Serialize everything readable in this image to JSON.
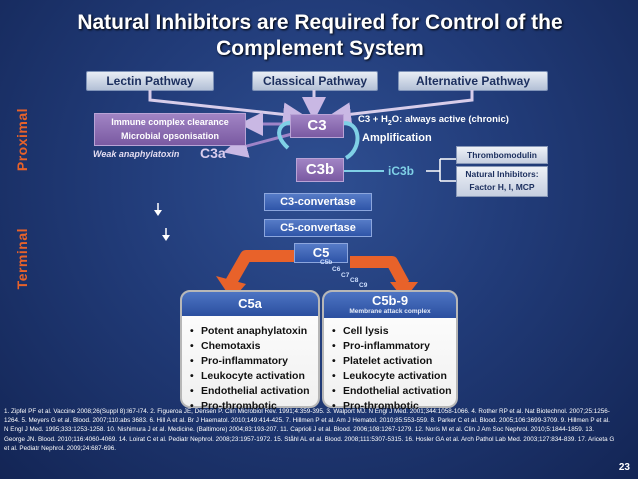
{
  "title": "Natural Inhibitors are Required for Control of the Complement System",
  "pathways": [
    {
      "label": "Lectin Pathway"
    },
    {
      "label": "Classical Pathway"
    },
    {
      "label": "Alternative Pathway"
    }
  ],
  "stages": {
    "proximal": "Proximal",
    "terminal": "Terminal"
  },
  "left_box": {
    "line1": "Immune complex clearance",
    "line2": "Microbial opsonisation"
  },
  "weak_anaphylatoxin": "Weak anaphylatoxin",
  "c3a": "C3a",
  "c3": "C3",
  "c3b": "C3b",
  "c3_h2o": {
    "prefix": "C3 + H",
    "sub": "2",
    "suffix": "O: always active (chronic)"
  },
  "amplification": "Amplification",
  "ic3b": "iC3b",
  "thrombomodulin": "Thrombomodulin",
  "natural_inhibitors": {
    "line1": "Natural Inhibitors:",
    "line2": "Factor H, I, MCP"
  },
  "c3_convertase": "C3-convertase",
  "c5_convertase": "C5-convertase",
  "c5": "C5",
  "mac_components": [
    "C5b",
    "C6",
    "C7",
    "C8",
    "C9"
  ],
  "c5a_panel": {
    "title": "C5a",
    "items": [
      "Potent anaphylatoxin",
      "Chemotaxis",
      "Pro-inflammatory",
      "Leukocyte activation",
      "Endothelial activation",
      "Pro-thrombotic"
    ]
  },
  "c5b9_panel": {
    "title": "C5b-9",
    "subtitle": "Membrane attack complex",
    "items": [
      "Cell lysis",
      "Pro-inflammatory",
      "Platelet activation",
      "Leukocyte activation",
      "Endothelial activation",
      "Pro-thrombotic"
    ]
  },
  "references": "1. Zipfel PF et al. Vaccine 2008;26(Suppl 8):I67-I74. 2. Figueroa JE, Densen P. Clin Microbiol Rev. 1991;4:359-395. 3. Walport MJ. N Engl J Med. 2001;344:1058-1066. 4. Rother RP et al. Nat Biotechnol. 2007;25:1256-1264. 5. Meyers G et al. Blood. 2007;110:abs 3683. 6. Hill A et al. Br J Haematol. 2010;149:414-425. 7. Hillmen P et al. Am J Hematol. 2010;85:553-559. 8. Parker C et al. Blood. 2005;106:3699-3709. 9. Hillmen P et al. N Engl J Med. 1995;333:1253-1258. 10. Nishimura J et al. Medicine. (Baltimore) 2004;83:193-207. 11. Caprioli J et al. Blood. 2006;108:1267-1279. 12. Noris M et al. Clin J Am Soc Nephrol. 2010;5:1844-1859. 13. George JN. Blood. 2010;116:4060-4069. 14. Loirat C et al. Pediatr Nephrol. 2008;23:1957-1972. 15. Ståhl AL et al. Blood. 2008;111:5307-5315. 16. Hosler GA et al. Arch Pathol Lab Med. 2003;127:834-839. 17. Ariceta G et al. Pediatr Nephrol. 2009;24:687-696.",
  "page_number": "23",
  "colors": {
    "accent_orange": "#e8622a",
    "purple": "#8a6bb3",
    "blue": "#3b63b5",
    "navy": "#1d3570"
  }
}
